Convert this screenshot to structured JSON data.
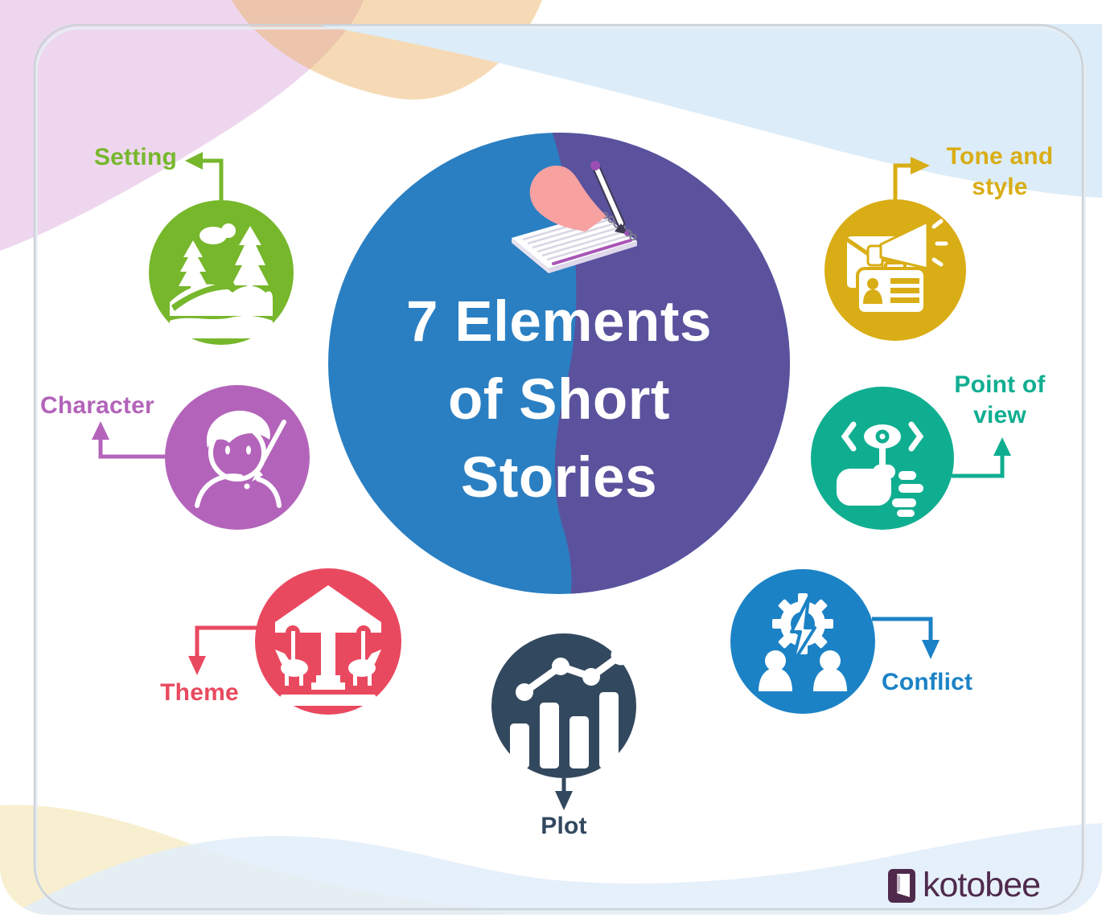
{
  "title": {
    "line1": "7 Elements",
    "line2": "of Short",
    "line3": "Stories"
  },
  "center_colors": {
    "blue": "#2a7fc2",
    "purple": "#5a529d"
  },
  "nodes": {
    "setting": {
      "label": "Setting",
      "color": "#77b72c",
      "icon": "landscape-icon"
    },
    "character": {
      "label": "Character",
      "color": "#b364ba",
      "icon": "person-pencil-icon"
    },
    "theme": {
      "label": "Theme",
      "color": "#e9495f",
      "icon": "carousel-icon"
    },
    "plot": {
      "label": "Plot",
      "color": "#32485e",
      "icon": "bar-line-chart-icon"
    },
    "conflict": {
      "label": "Conflict",
      "color": "#1b82c6",
      "icon": "gear-lightning-people-icon"
    },
    "point_of_view": {
      "label_line1": "Point of",
      "label_line2": "view",
      "color": "#10ae91",
      "icon": "eye-hand-icon"
    },
    "tone_and_style": {
      "label_line1": "Tone and",
      "label_line2": "style",
      "color": "#d9ad15",
      "icon": "megaphone-id-icon"
    }
  },
  "brand": {
    "name": "kotobee",
    "color": "#4f2a4c"
  }
}
